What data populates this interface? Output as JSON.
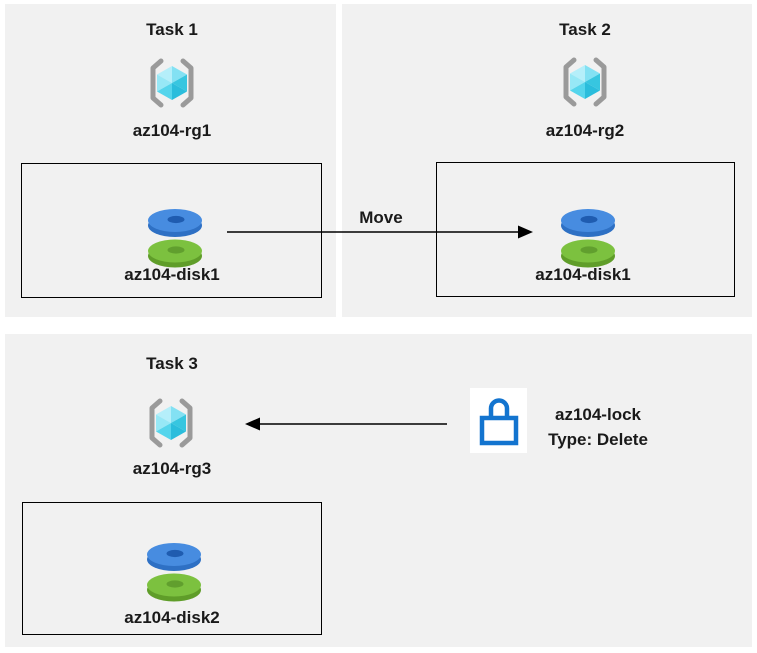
{
  "diagram": {
    "tasks": [
      {
        "title": "Task 1",
        "resource_group": "az104-rg1",
        "disk": "az104-disk1"
      },
      {
        "title": "Task 2",
        "resource_group": "az104-rg2",
        "disk": "az104-disk1"
      },
      {
        "title": "Task 3",
        "resource_group": "az104-rg3",
        "disk": "az104-disk2"
      }
    ],
    "move_arrow_label": "Move",
    "lock": {
      "name": "az104-lock",
      "type": "Type: Delete"
    }
  },
  "icons": {
    "resource_group": "azure-resource-group-icon",
    "disk": "azure-managed-disk-icon",
    "lock": "azure-lock-icon"
  },
  "colors": {
    "panel_bg": "#f1f1f1",
    "box_border": "#000000",
    "arrow": "#000000",
    "text": "#1a1a1a",
    "bracket_gray": "#9a9a9a",
    "cube_cyan_light": "#b5effa",
    "cube_cyan_dark": "#2abddc",
    "disk_blue": "#478ce0",
    "disk_blue_dark": "#1f5cb0",
    "disk_green": "#7cc13f",
    "disk_green_dark": "#5f9d29",
    "lock_blue": "#1374cf"
  }
}
